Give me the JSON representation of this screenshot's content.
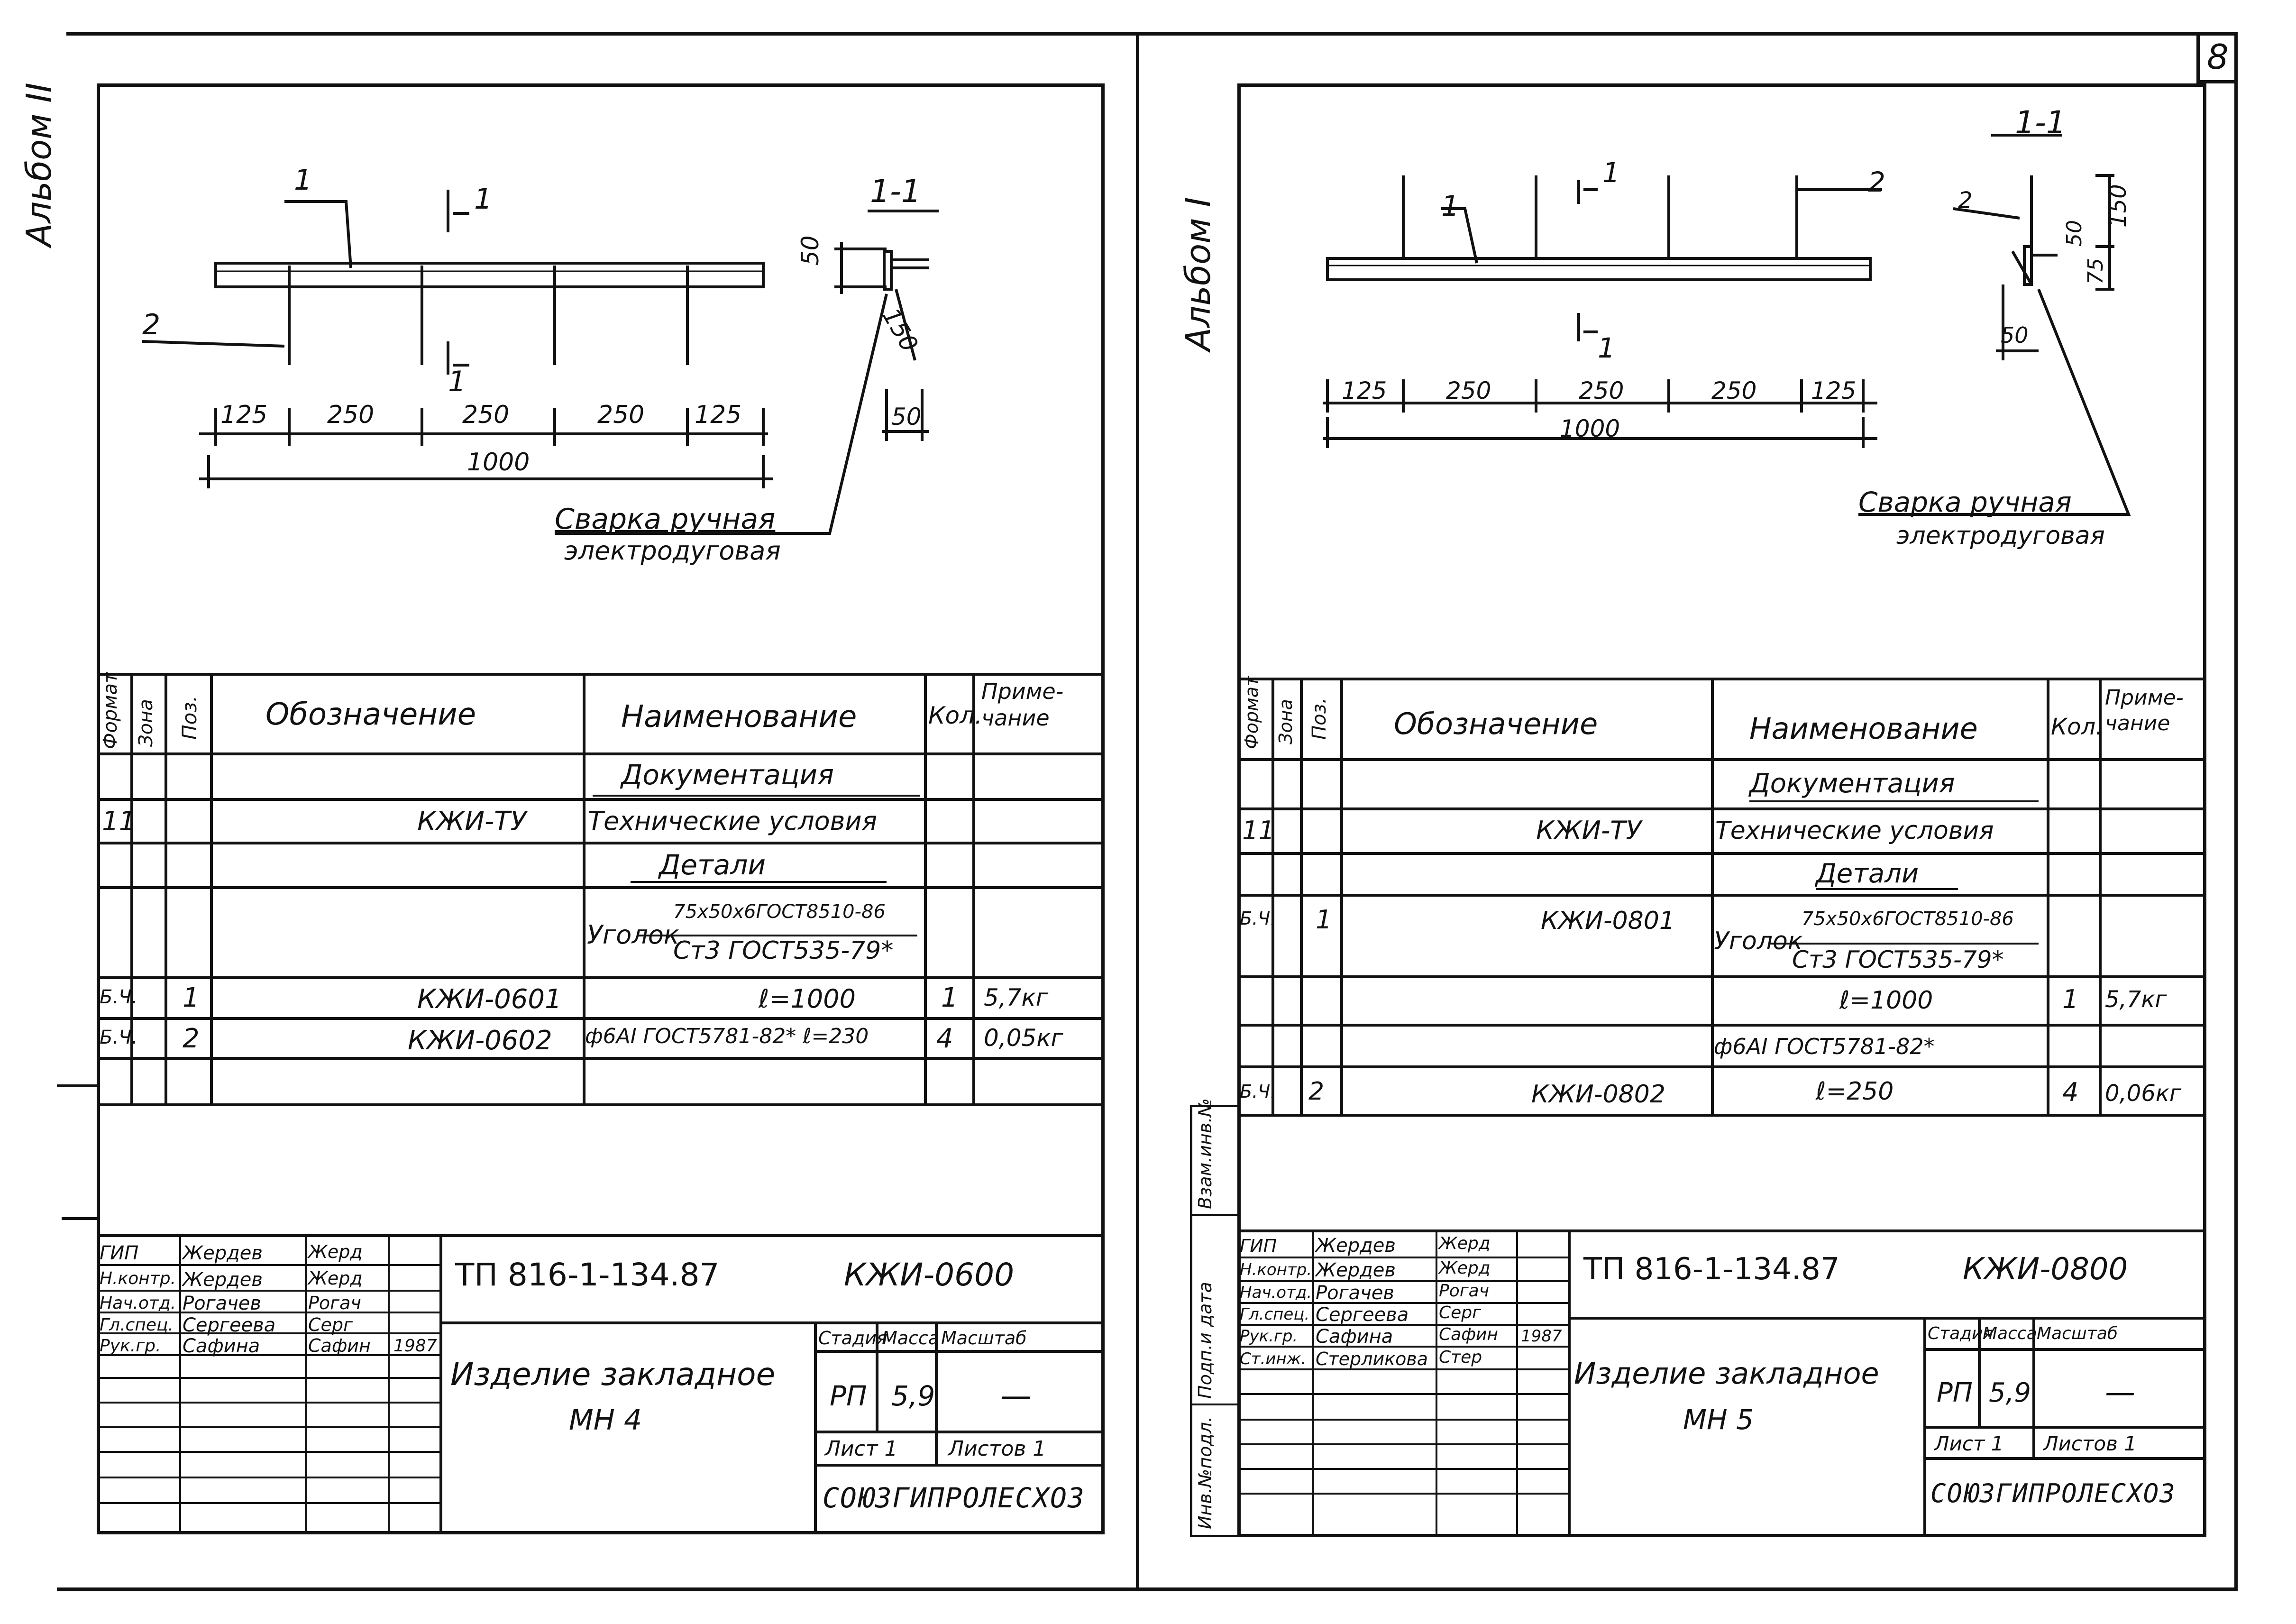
{
  "page_number": "8",
  "sheets": [
    {
      "album": "Альбом II",
      "drawing": {
        "leader_1": "1",
        "leader_2": "2",
        "section_mark": "1",
        "section_title": "1-1",
        "dims": [
          "125",
          "250",
          "250",
          "250",
          "125"
        ],
        "total": "1000",
        "side_dims": [
          "50",
          "150",
          "50"
        ],
        "weld_line1": "Сварка ручная",
        "weld_line2": "электродуговая"
      },
      "spec": {
        "headers": [
          "Формат",
          "Зона",
          "Поз.",
          "Обозначение",
          "Наименование",
          "Кол.",
          "Приме-чание"
        ],
        "doc_section": "Документация",
        "doc_row": {
          "format": "11",
          "designation": "КЖИ-ТУ",
          "name": "Технические условия"
        },
        "details_section": "Детали",
        "angle": {
          "prefix": "Уголок",
          "top": "75х50х6ГОСТ8510-86",
          "bottom": "Ст3 ГОСТ535-79*"
        },
        "rows": [
          {
            "format": "Б.Ч.",
            "pos": "1",
            "designation": "КЖИ-0601",
            "name": "ℓ=1000",
            "qty": "1",
            "note": "5,7кг"
          },
          {
            "format": "Б.Ч.",
            "pos": "2",
            "designation": "КЖИ-0602",
            "name": "ф6АI ГОСТ5781-82* ℓ=230",
            "qty": "4",
            "note": "0,05кг"
          }
        ]
      },
      "stamp": {
        "people": [
          {
            "role": "ГИП",
            "name": "Жердев",
            "sign": "Жерд"
          },
          {
            "role": "Н.контр.",
            "name": "Жердев",
            "sign": "Жерд"
          },
          {
            "role": "Нач.отд.",
            "name": "Рогачев",
            "sign": "Рогач"
          },
          {
            "role": "Гл.спец.",
            "name": "Сергеева",
            "sign": "Серг"
          },
          {
            "role": "Рук.гр.",
            "name": "Сафина",
            "sign": "Сафин",
            "date": "1987"
          }
        ],
        "project": "ТП 816-1-134.87",
        "code": "КЖИ-0600",
        "title_line1": "Изделие закладное",
        "title_line2": "МН 4",
        "labels": {
          "stage": "Стадия",
          "mass": "Масса",
          "scale": "Масштаб",
          "sheet": "Лист 1",
          "sheets": "Листов 1"
        },
        "stage": "РП",
        "mass": "5,9",
        "scale": "—",
        "org": "СОЮЗГИПРОЛЕСХОЗ"
      }
    },
    {
      "album": "Альбом I",
      "drawing": {
        "leader_1": "1",
        "leader_2": "2",
        "section_mark": "1",
        "section_title": "1-1",
        "dims": [
          "125",
          "250",
          "250",
          "250",
          "125"
        ],
        "total": "1000",
        "side_dims": [
          "2",
          "50",
          "150",
          "75",
          "50"
        ],
        "weld_line1": "Сварка ручная",
        "weld_line2": "электродуговая"
      },
      "side_labels": [
        "Инв.№подл.",
        "Подп.и дата",
        "Взам.инв.№"
      ],
      "spec": {
        "headers": [
          "Формат",
          "Зона",
          "Поз.",
          "Обозначение",
          "Наименование",
          "Кол.",
          "Приме-чание"
        ],
        "doc_section": "Документация",
        "doc_row": {
          "format": "11",
          "designation": "КЖИ-ТУ",
          "name": "Технические условия"
        },
        "details_section": "Детали",
        "angle": {
          "prefix": "Уголок",
          "top": "75х50х6ГОСТ8510-86",
          "bottom": "Ст3 ГОСТ535-79*"
        },
        "rows": [
          {
            "format": "Б.Ч.",
            "pos": "1",
            "designation": "КЖИ-0801",
            "name": "",
            "qty": "",
            "note": ""
          },
          {
            "format": "",
            "pos": "",
            "designation": "",
            "name": "ℓ=1000",
            "qty": "1",
            "note": "5,7кг"
          },
          {
            "format": "",
            "pos": "",
            "designation": "",
            "name": "ф6АI ГОСТ5781-82*",
            "qty": "",
            "note": ""
          },
          {
            "format": "Б.Ч.",
            "pos": "2",
            "designation": "КЖИ-0802",
            "name": "ℓ=250",
            "qty": "4",
            "note": "0,06кг"
          }
        ]
      },
      "stamp": {
        "people": [
          {
            "role": "ГИП",
            "name": "Жердев",
            "sign": "Жерд"
          },
          {
            "role": "Н.контр.",
            "name": "Жердев",
            "sign": "Жерд"
          },
          {
            "role": "Нач.отд.",
            "name": "Рогачев",
            "sign": "Рогач"
          },
          {
            "role": "Гл.спец.",
            "name": "Сергеева",
            "sign": "Серг"
          },
          {
            "role": "Рук.гр.",
            "name": "Сафина",
            "sign": "Сафин",
            "date": "1987"
          },
          {
            "role": "Ст.инж.",
            "name": "Стерликова",
            "sign": "Стер"
          }
        ],
        "project": "ТП 816-1-134.87",
        "code": "КЖИ-0800",
        "title_line1": "Изделие закладное",
        "title_line2": "МН 5",
        "labels": {
          "stage": "Стадия",
          "mass": "Масса",
          "scale": "Масштаб",
          "sheet": "Лист 1",
          "sheets": "Листов 1"
        },
        "stage": "РП",
        "mass": "5,9",
        "scale": "—",
        "org": "СОЮЗГИПРОЛЕСХОЗ"
      }
    }
  ]
}
